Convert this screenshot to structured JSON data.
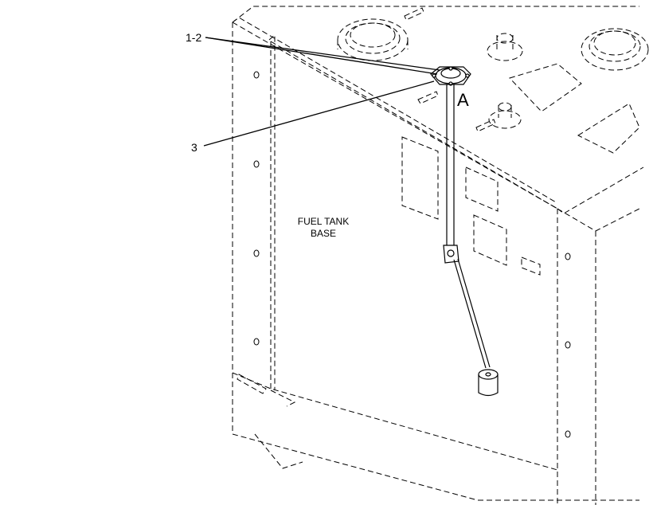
{
  "callouts": {
    "c12": "1-2",
    "c3": "3",
    "view_a": "A"
  },
  "notes": {
    "line1": "FUEL TANK",
    "line2": "BASE"
  },
  "colors": {
    "ink": "#000000",
    "paper": "#ffffff"
  }
}
